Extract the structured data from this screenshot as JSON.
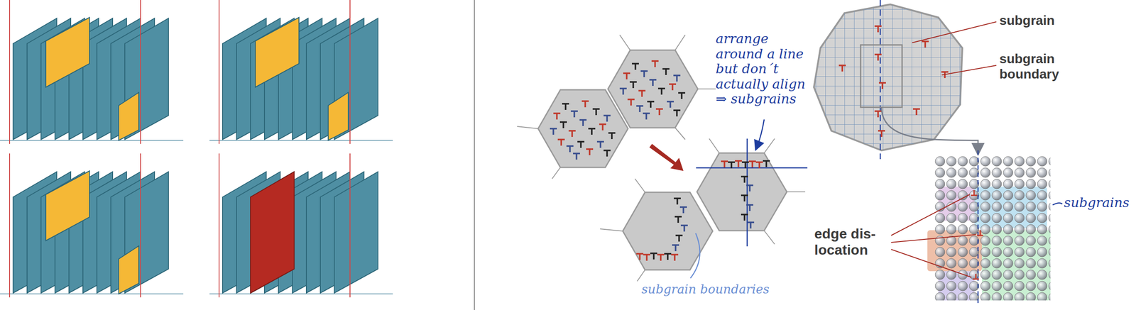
{
  "diagram": {
    "labels": [
      "arrange around a line but don´t actually align ⇒ subgrains",
      "subgrain boundaries",
      "subgrain",
      "subgrain boundary",
      "edge dis- location",
      "subgrains"
    ]
  }
}
